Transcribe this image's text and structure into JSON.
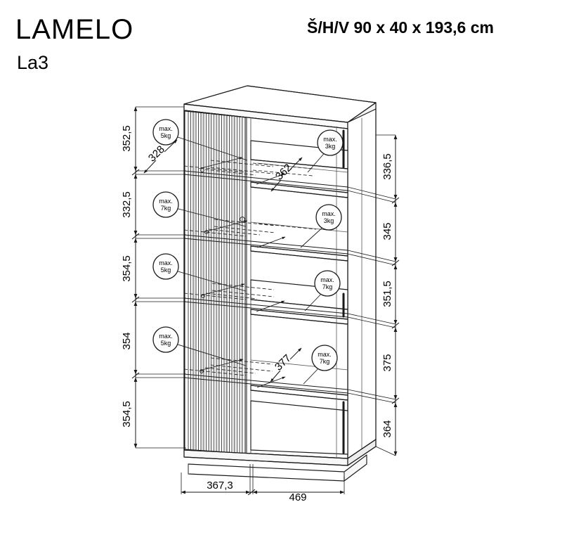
{
  "header": {
    "title": "LAMELO",
    "model": "La3",
    "dimensions": "Š/H/V 90 x 40 x 193,6 cm"
  },
  "drawing": {
    "type": "furniture-assembly-isometric",
    "description": "Isometric technical drawing of a tall display cabinet with slatted (lamella) left door and glass/open right section",
    "dimensions_left": [
      {
        "value": "352,5"
      },
      {
        "value": "332,5"
      },
      {
        "value": "354,5"
      },
      {
        "value": "354"
      },
      {
        "value": "354,5"
      }
    ],
    "dimensions_right": [
      {
        "value": "336,5"
      },
      {
        "value": "345"
      },
      {
        "value": "351,5"
      },
      {
        "value": "375"
      },
      {
        "value": "364"
      }
    ],
    "dimensions_bottom": [
      {
        "value": "367,3"
      },
      {
        "value": "469"
      }
    ],
    "leader_labels": [
      {
        "value": "328"
      },
      {
        "value": "362"
      },
      {
        "value": "377"
      }
    ],
    "load_badges_left": [
      {
        "line1": "max.",
        "line2": "5kg"
      },
      {
        "line1": "max.",
        "line2": "7kg"
      },
      {
        "line1": "max.",
        "line2": "5kg"
      },
      {
        "line1": "max.",
        "line2": "5kg"
      }
    ],
    "load_badges_right": [
      {
        "line1": "max.",
        "line2": "3kg"
      },
      {
        "line1": "max.",
        "line2": "3kg"
      },
      {
        "line1": "max.",
        "line2": "7kg"
      },
      {
        "line1": "max.",
        "line2": "7kg"
      }
    ],
    "colors": {
      "line": "#1a1a1a",
      "thin": "#555555",
      "background": "#ffffff"
    }
  }
}
